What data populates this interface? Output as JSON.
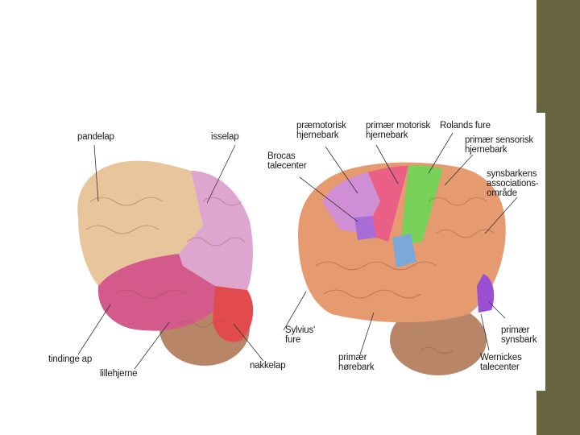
{
  "colors": {
    "frontal_tan": "#e8c59a",
    "parietal_pink": "#dca6cf",
    "temporal_magenta": "#d35a8a",
    "occipital_red": "#e24b4d",
    "cerebellum": "#b98568",
    "sensory_orange": "#e69a6f",
    "motor_green": "#7ad15a",
    "premotor_pink": "#ea5f86",
    "broca_purple": "#a96bd6",
    "auditory_blue": "#7aa9d9",
    "visual_purple": "#9a4fd0",
    "side_bar": "#6a6541"
  },
  "labels": {
    "pandelap": "pandelap",
    "isselap": "isselap",
    "tindingelap": "tindinge ap",
    "lillehjerne": "lillehjerne",
    "nakkelap": "nakkelap",
    "praemotorisk": "præmotorisk\nhjernebark",
    "primaer_motorisk": "primær motorisk\nhjernebark",
    "rolands_fure": "Rolands fure",
    "primaer_sensorisk": "primær sensorisk\nhjernebark",
    "brocas": "Brocas\ntalecenter",
    "synsbarkens": "synsbarkens\nassociations-\nområde",
    "sylvius": "Sylvius'\nfure",
    "primaer_horebark": "primær\nhørebark",
    "primaer_synsbark": "primær\nsynsbark",
    "wernickes": "Wernickes\ntalecenter"
  }
}
